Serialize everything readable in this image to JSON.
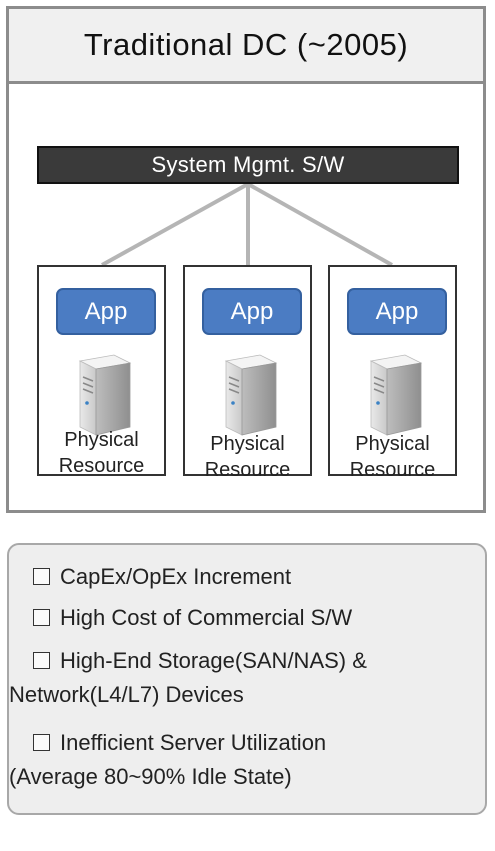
{
  "title": "Traditional DC (~2005)",
  "management": "System Mgmt. S/W",
  "nodes": [
    {
      "app": "App",
      "label_line1": "Physical",
      "label_line2": "Resource"
    },
    {
      "app": "App",
      "label_line1": "Physical",
      "label_line2": "Resource"
    },
    {
      "app": "App",
      "label_line1": "Physical",
      "label_line2": "Resource"
    }
  ],
  "notes": [
    {
      "text": "CapEx/OpEx Increment",
      "cont": ""
    },
    {
      "text": "High Cost of Commercial S/W",
      "cont": ""
    },
    {
      "text": "High-End Storage(SAN/NAS) &",
      "cont": "Network(L4/L7) Devices"
    },
    {
      "text": "Inefficient Server Utilization",
      "cont": "(Average 80~90% Idle State)"
    }
  ],
  "colors": {
    "frame": "#8c8c8c",
    "app": "#4b7cc3",
    "mgmt_bar": "#3a3a3a",
    "notes_bg": "#eeeeee"
  }
}
